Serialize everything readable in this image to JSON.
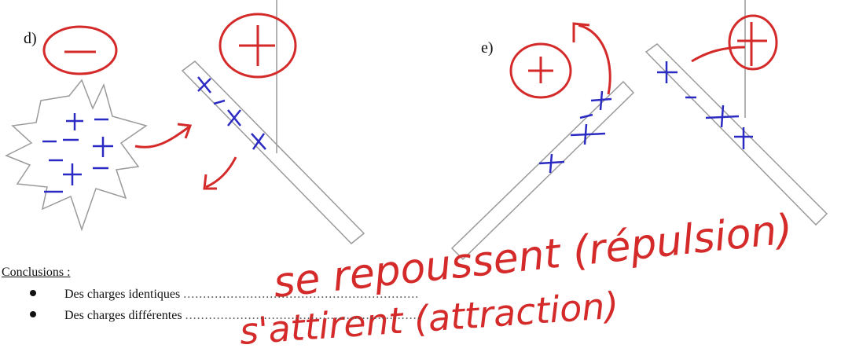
{
  "exercise": {
    "d_label": "d)",
    "e_label": "e)"
  },
  "conclusions": {
    "title": "Conclusions :",
    "items": [
      {
        "label": "Des charges identiques",
        "dots": "............................................................",
        "handwritten_answer": "se repoussent (répulsion)"
      },
      {
        "label": "Des charges différentes",
        "dots": "............................................................",
        "handwritten_answer": "s'attirent (attraction)"
      }
    ]
  },
  "colors": {
    "ink_red": "#d42a2a",
    "ink_blue": "#2b2bc4",
    "outline_gray": "#9a9a9a",
    "text": "#111111"
  }
}
